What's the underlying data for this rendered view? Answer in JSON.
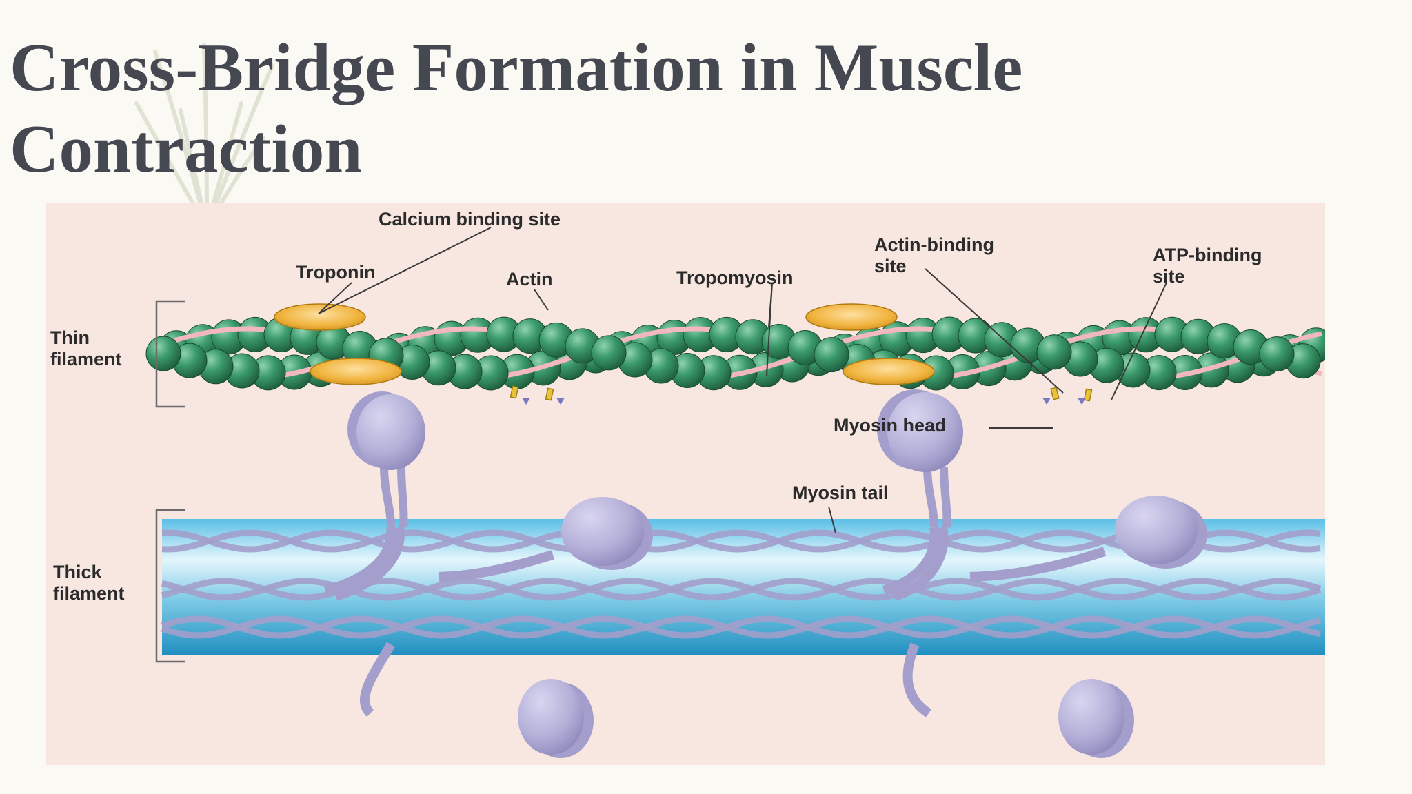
{
  "title": "Cross-Bridge Formation in Muscle Contraction",
  "diagram": {
    "labels": {
      "calcium_binding_site": "Calcium binding site",
      "troponin": "Troponin",
      "actin": "Actin",
      "tropomyosin": "Tropomyosin",
      "actin_binding_site": "Actin-binding\nsite",
      "atp_binding_site": "ATP-binding\nsite",
      "thin_filament": "Thin\nfilament",
      "myosin_head": "Myosin head",
      "myosin_tail": "Myosin tail",
      "thick_filament": "Thick\nfilament"
    },
    "colors": {
      "actin": "#3b9a6b",
      "troponin": "#f1b43f",
      "tropomyosin": "#f3b8bf",
      "myosin": "#b3aed7",
      "thick_filament": "#3aa0c9",
      "background": "#f8e6e1"
    }
  }
}
